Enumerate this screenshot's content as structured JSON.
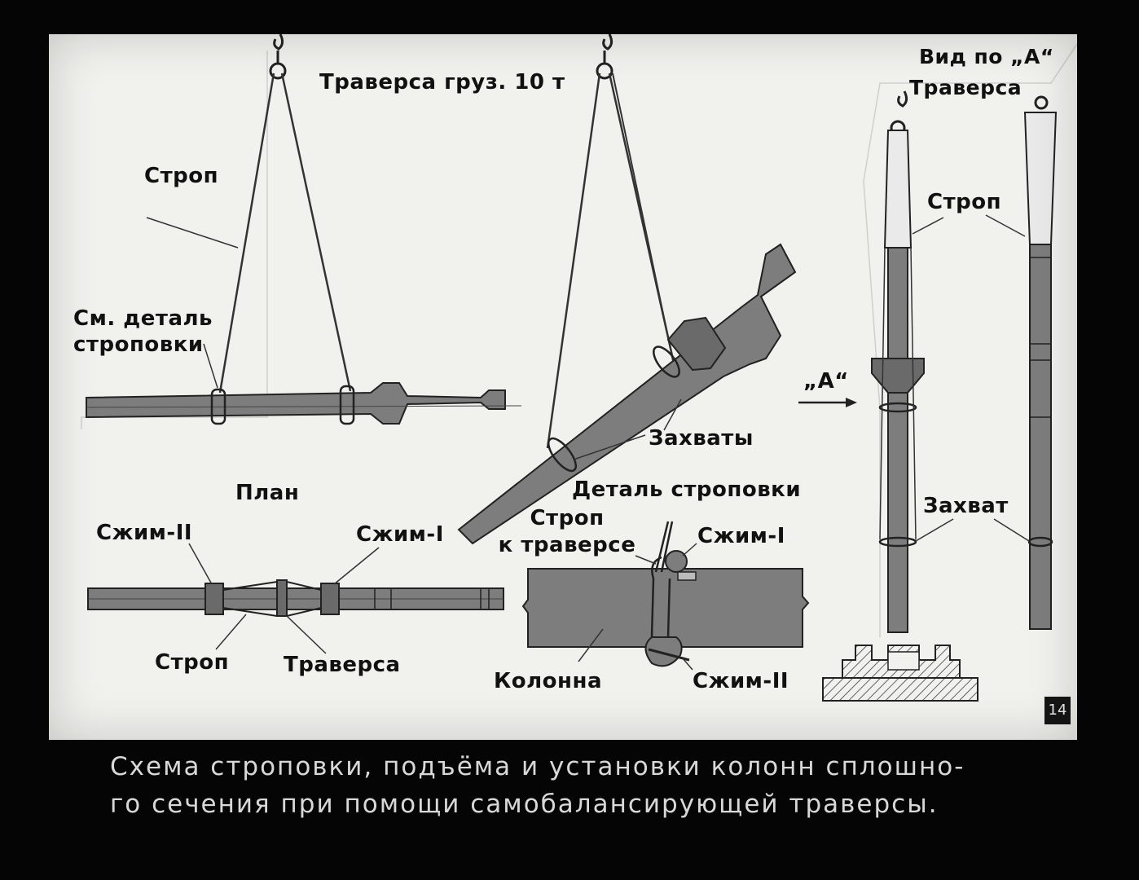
{
  "labels": {
    "title": "Траверса груз. 10 т",
    "view_a": "Вид по „А“",
    "strop_left": "Строп",
    "see_detail_1": "См. деталь",
    "see_detail_2": "строповки",
    "traverse_right": "Траверса",
    "strop_right": "Строп",
    "arrow_a": "„А“",
    "grips": "Захваты",
    "grip_right": "Захват",
    "detail_title": "Деталь строповки",
    "strop_to_traverse_1": "Строп",
    "strop_to_traverse_2": "к траверсе",
    "plan": "План",
    "clamp2_plan": "Сжим-II",
    "clamp1_plan": "Сжим-I",
    "clamp1_detail": "Сжим-I",
    "clamp2_detail": "Сжим-II",
    "strop_plan": "Строп",
    "traverse_plan": "Траверса",
    "column": "Колонна",
    "page_number": "14"
  },
  "caption": {
    "line1": "Схема строповки, подъёма и установки колонн сплошно-",
    "line2": "го сечения при помощи самобалансирующей траверсы."
  }
}
